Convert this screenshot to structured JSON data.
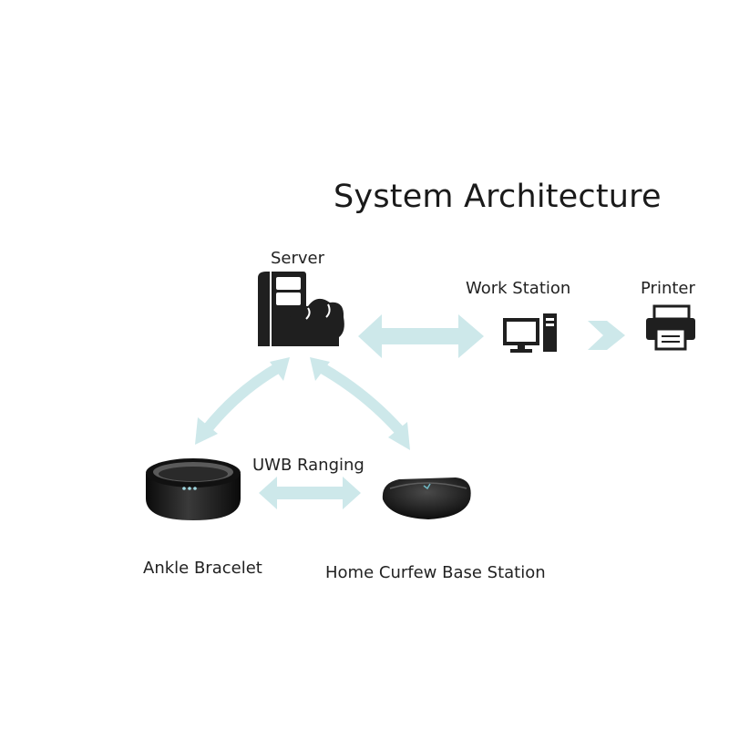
{
  "title": "System Architecture",
  "nodes": {
    "server": {
      "label": "Server",
      "icon": "server-cloud-icon"
    },
    "work_station": {
      "label": "Work Station",
      "icon": "desktop-computer-icon"
    },
    "printer": {
      "label": "Printer",
      "icon": "printer-icon"
    },
    "ankle_bracelet": {
      "label": "Ankle Bracelet",
      "icon": "ankle-bracelet-image"
    },
    "base_station": {
      "label": "Home Curfew Base Station",
      "icon": "base-station-image"
    }
  },
  "links": {
    "uwb_label": "UWB Ranging"
  },
  "colors": {
    "arrow": "#cde8ea",
    "icon": "#1f1f1f",
    "text": "#222222"
  }
}
